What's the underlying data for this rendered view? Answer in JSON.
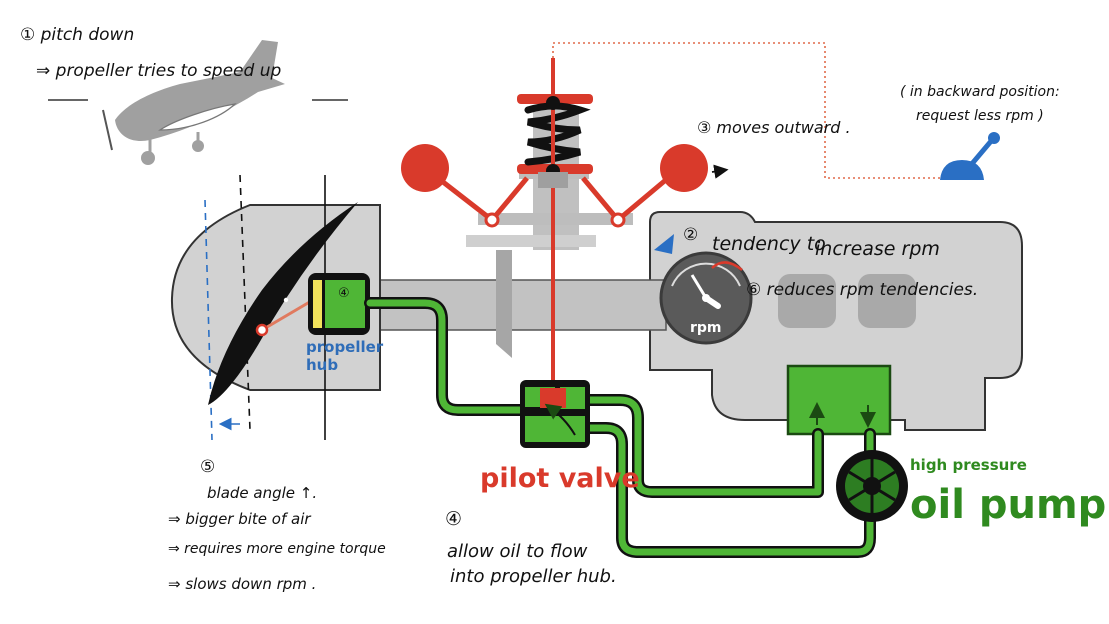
{
  "notes": {
    "n1_line1": "① pitch down",
    "n1_line2": "⇒ propeller tries to speed up",
    "n2_num": "②",
    "n2_line1": "tendency to",
    "n2_line2": "increase rpm",
    "n3": "③ moves outward .",
    "n3_aside_line1": "( in backward position:",
    "n3_aside_line2": "request less rpm )",
    "n4_num": "④",
    "n4_line1": "allow oil to flow",
    "n4_line2": "into propeller hub.",
    "n5_num": "⑤",
    "n5_line1": "blade angle ↑.",
    "n5_line2": "⇒ bigger bite of air",
    "n5_line3": "⇒ requires more engine torque",
    "n5_line4": "⇒ slows down rpm .",
    "n6": "⑥ reduces rpm tendencies.",
    "hub_mark": "④"
  },
  "labels": {
    "propeller_hub_line1": "propeller",
    "propeller_hub_line2": "hub",
    "pilot_valve": "pilot valve",
    "oil_pump_small": "high pressure",
    "oil_pump_big": "oil pump",
    "rpm": "rpm"
  },
  "colors": {
    "red": "#d93a2b",
    "oil_green": "#4fb636",
    "oil_dark": "#1b4a12",
    "pump_text": "#2f8a1f",
    "pilot_text": "#d93a2b",
    "hub_text": "#2f6db8",
    "engine_gray": "#d2d2d2",
    "gauge": "#5a5a5a",
    "blue": "#2a6fc4",
    "yellow": "#f2e25b"
  }
}
